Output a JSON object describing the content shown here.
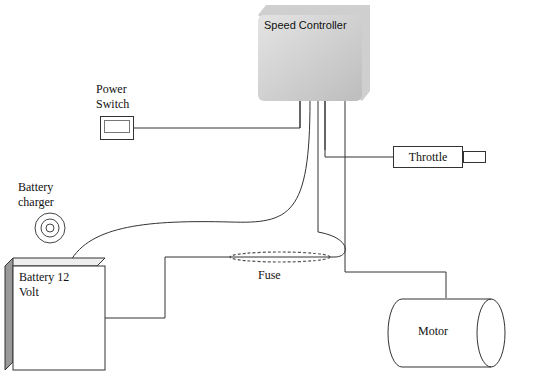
{
  "diagram": {
    "nodes": [
      {
        "text": [
          "Speed Controller"
        ]
      },
      {
        "text": [
          "Power Switch"
        ]
      },
      {
        "text": [
          "Throttle"
        ]
      },
      {
        "text": [
          "Battery charger"
        ]
      },
      {
        "text": [
          "Battery 12 Volt"
        ]
      },
      {
        "text": [
          "Motor"
        ]
      }
    ],
    "edges": [
      {
        "from": 1,
        "to": 0,
        "arrow": "none"
      },
      {
        "from": 0,
        "to": 2,
        "arrow": "none"
      },
      {
        "from": 4,
        "to": 0,
        "arrow": "none"
      },
      {
        "from": 4,
        "to": 0,
        "arrow": "none"
      },
      {
        "from": 0,
        "to": 5,
        "arrow": "none"
      }
    ],
    "labels": [
      "Fuse"
    ]
  }
}
